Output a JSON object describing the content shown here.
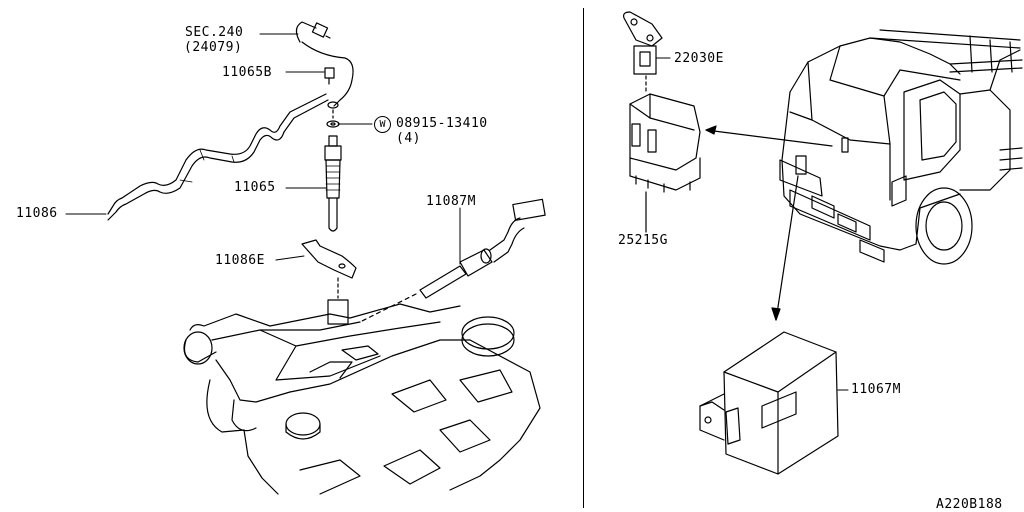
{
  "labels": {
    "sec240": "SEC.240",
    "sec240_ref": "(24079)",
    "p11065B": "11065B",
    "p08915": "08915-13410",
    "p08915_qty": "(4)",
    "washer_mark": "W",
    "p11065": "11065",
    "p11086": "11086",
    "p11087M": "11087M",
    "p11086E": "11086E",
    "p22030E": "22030E",
    "p25215G": "25215G",
    "p11067M": "11067M",
    "figure_code": "A220B188"
  }
}
